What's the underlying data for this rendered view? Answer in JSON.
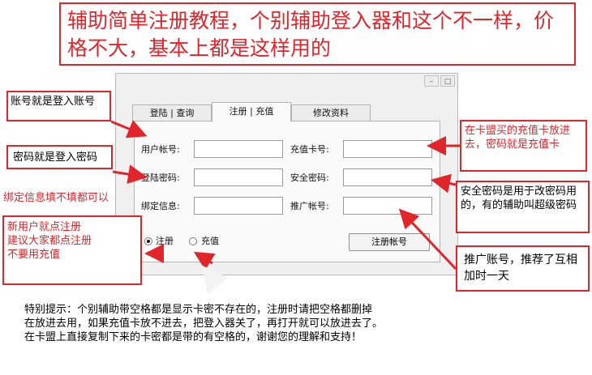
{
  "title": "辅助简单注册教程，个别辅助登入器和这个不一样，价格不大，基本上都是这样用的",
  "window": {
    "min": "–",
    "max": "□",
    "tabs": [
      {
        "label": "登陆 | 查询"
      },
      {
        "label": "注册 | 充值"
      },
      {
        "label": "修改资料"
      }
    ],
    "form": {
      "account_label": "用户帐号:",
      "login_pwd_label": "登陆密码:",
      "bind_label": "绑定信息:",
      "card_label": "充值卡号:",
      "safe_pwd_label": "安全密码:",
      "promoter_label": "推广帐号:",
      "account_value": "",
      "login_pwd_value": "",
      "bind_value": "",
      "card_value": "",
      "safe_pwd_value": "",
      "promoter_value": ""
    },
    "radio_register": "注册",
    "radio_recharge": "充值",
    "register_button": "注册帐号"
  },
  "notes": {
    "account": "账号就是登入账号",
    "password": "密码就是登入密码",
    "bind": "绑定信息填不填都可以",
    "newuser": "新用户就点注册\n建议大家都点注册\n不要用充值",
    "card": "在卡盟买的充值卡放进去，密码就是充值卡",
    "safe": "安全密码是用于改密码用的，有的辅助叫超级密码",
    "promoter": "推广账号，推荐了互相加时一天"
  },
  "bottom_text": "特别提示：个别辅助带空格都是显示卡密不存在的，注册时请把空格都删掉\n在放进去用，如果充值卡放不进去，把登入器关了，再打开就可以放进去了。\n在卡盟上直接复制下来的卡密都是带的有空格的，谢谢您的理解和支持！",
  "colors": {
    "accent": "#e0262b"
  }
}
